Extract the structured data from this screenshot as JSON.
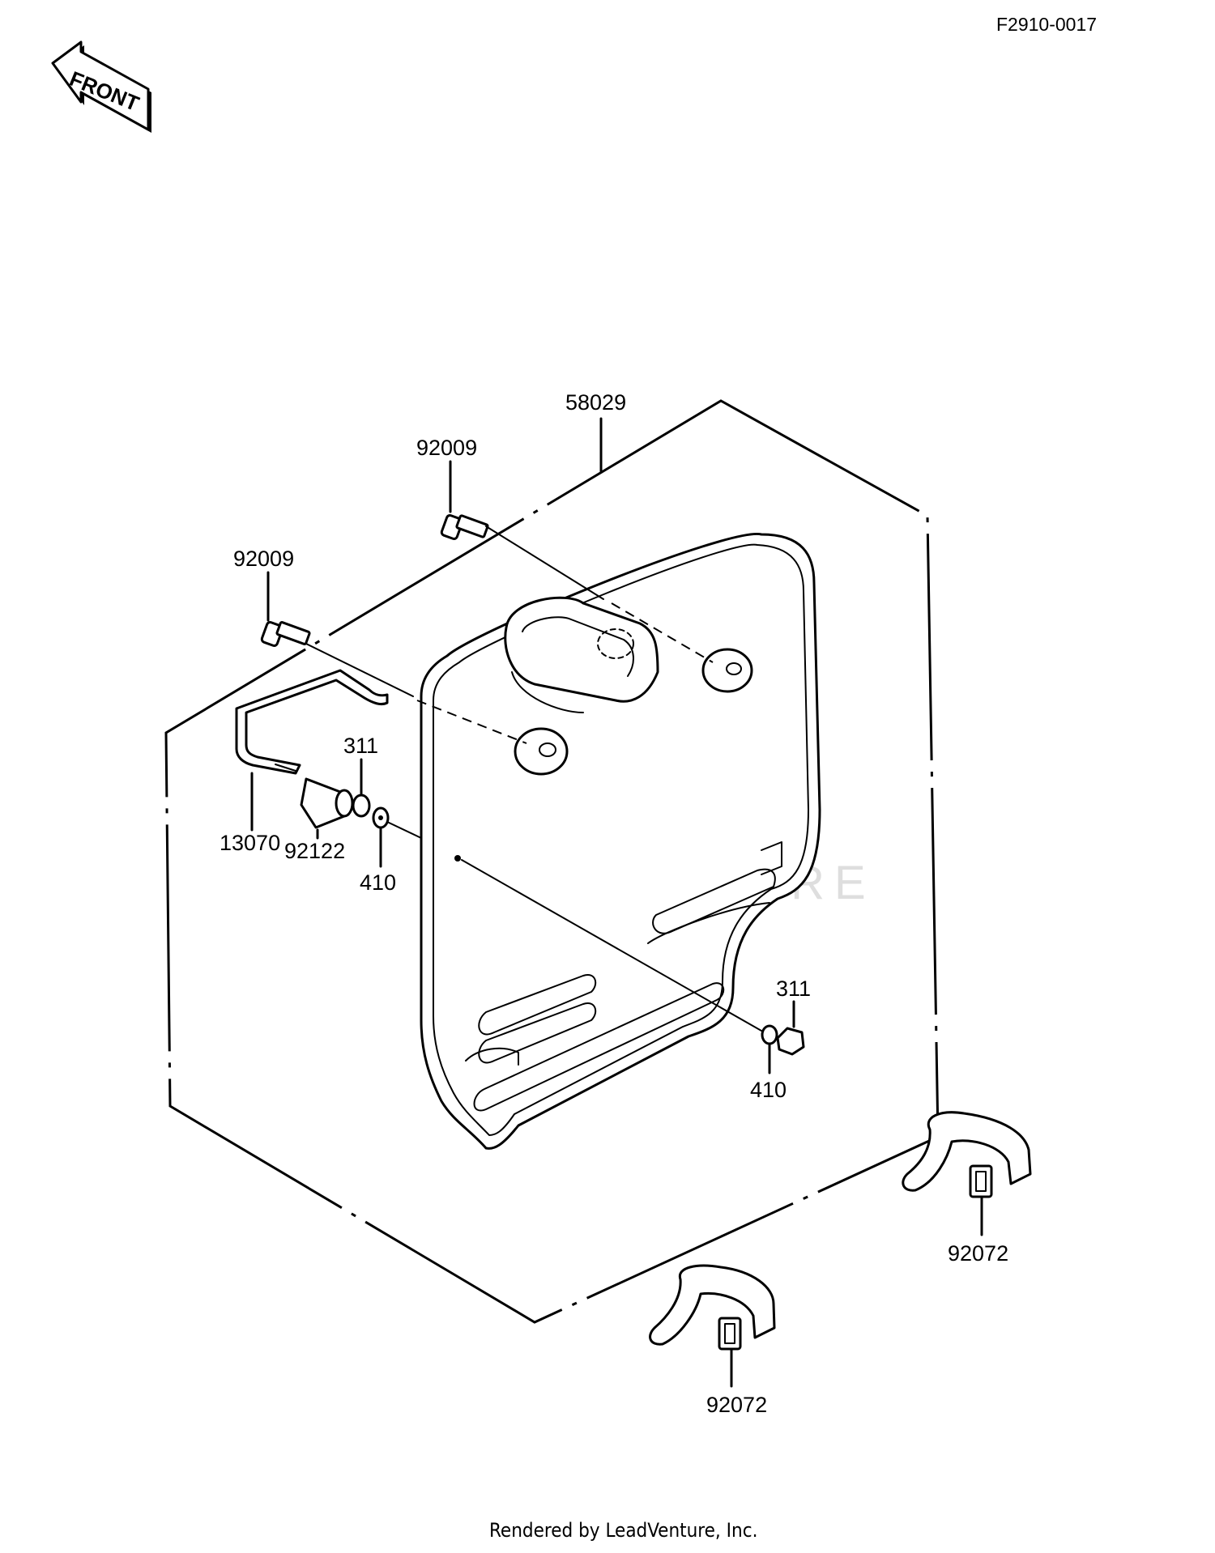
{
  "diagram_code": "F2910-0017",
  "front_label": "FRONT",
  "footer": "Rendered by LeadVenture, Inc.",
  "watermark": "LEADVENTURE",
  "callouts": [
    {
      "id": "58029",
      "label": "58029"
    },
    {
      "id": "92009-upper",
      "label": "92009"
    },
    {
      "id": "92009-lower",
      "label": "92009"
    },
    {
      "id": "311-left",
      "label": "311"
    },
    {
      "id": "13070",
      "label": "13070"
    },
    {
      "id": "92122",
      "label": "92122"
    },
    {
      "id": "410-left",
      "label": "410"
    },
    {
      "id": "311-right",
      "label": "311"
    },
    {
      "id": "410-right",
      "label": "410"
    },
    {
      "id": "92072-right",
      "label": "92072"
    },
    {
      "id": "92072-left",
      "label": "92072"
    }
  ]
}
